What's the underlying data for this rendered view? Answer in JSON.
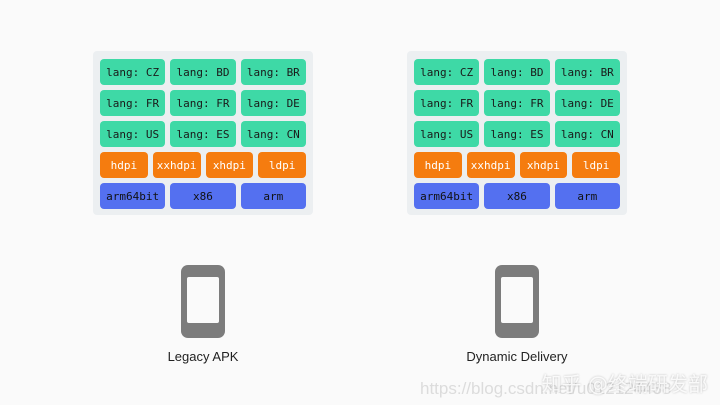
{
  "panels": [
    {
      "rows": [
        [
          "lang: CZ",
          "lang: BD",
          "lang: BR"
        ],
        [
          "lang: FR",
          "lang: FR",
          "lang: DE"
        ],
        [
          "lang: US",
          "lang: ES",
          "lang: CN"
        ],
        [
          "hdpi",
          "xxhdpi",
          "xhdpi",
          "ldpi"
        ],
        [
          "arm64bit",
          "x86",
          "arm"
        ]
      ],
      "caption": "Legacy APK"
    },
    {
      "rows": [
        [
          "lang: CZ",
          "lang: BD",
          "lang: BR"
        ],
        [
          "lang: FR",
          "lang: FR",
          "lang: DE"
        ],
        [
          "lang: US",
          "lang: ES",
          "lang: CN"
        ],
        [
          "hdpi",
          "xxhdpi",
          "xhdpi",
          "ldpi"
        ],
        [
          "arm64bit",
          "x86",
          "arm"
        ]
      ],
      "caption": "Dynamic Delivery"
    }
  ],
  "watermark": {
    "url": "https://blog.csdn.net/u012124438",
    "zhihu": "知乎 @终端研发部"
  },
  "colors": {
    "lang": "#3ed9a6",
    "density": "#f57c0f",
    "abi": "#5470f0",
    "phone": "#7c7c7c"
  }
}
